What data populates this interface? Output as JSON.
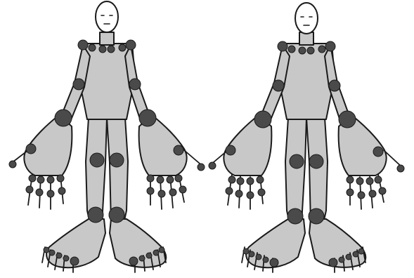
{
  "figure": {
    "description_free": true,
    "colors": {
      "background": "#ffffff",
      "body_fill": "#c8c8c8",
      "outline": "#1a1a1a",
      "joint_marker": "#4a4a4a"
    },
    "figures": [
      {
        "id": "left",
        "joints": [
          "shoulders",
          "elbows",
          "wrists",
          "fingers",
          "knees",
          "ankles",
          "toes"
        ]
      },
      {
        "id": "right",
        "joints": [
          "shoulders",
          "elbows",
          "wrists",
          "fingers",
          "knees",
          "ankles",
          "toes"
        ]
      }
    ]
  }
}
